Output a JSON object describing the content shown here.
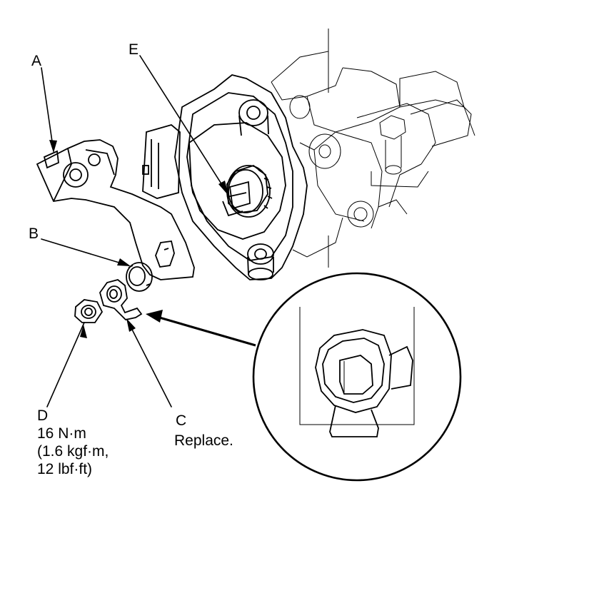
{
  "callouts": {
    "a": {
      "letter": "A"
    },
    "b": {
      "letter": "B"
    },
    "c": {
      "letter": "C",
      "note": "Replace."
    },
    "d": {
      "letter": "D",
      "torque_nm": "16 N·m",
      "torque_kgf": "(1.6 kgf·m,",
      "torque_lbf": "12 lbf·ft)"
    },
    "e": {
      "letter": "E"
    }
  }
}
